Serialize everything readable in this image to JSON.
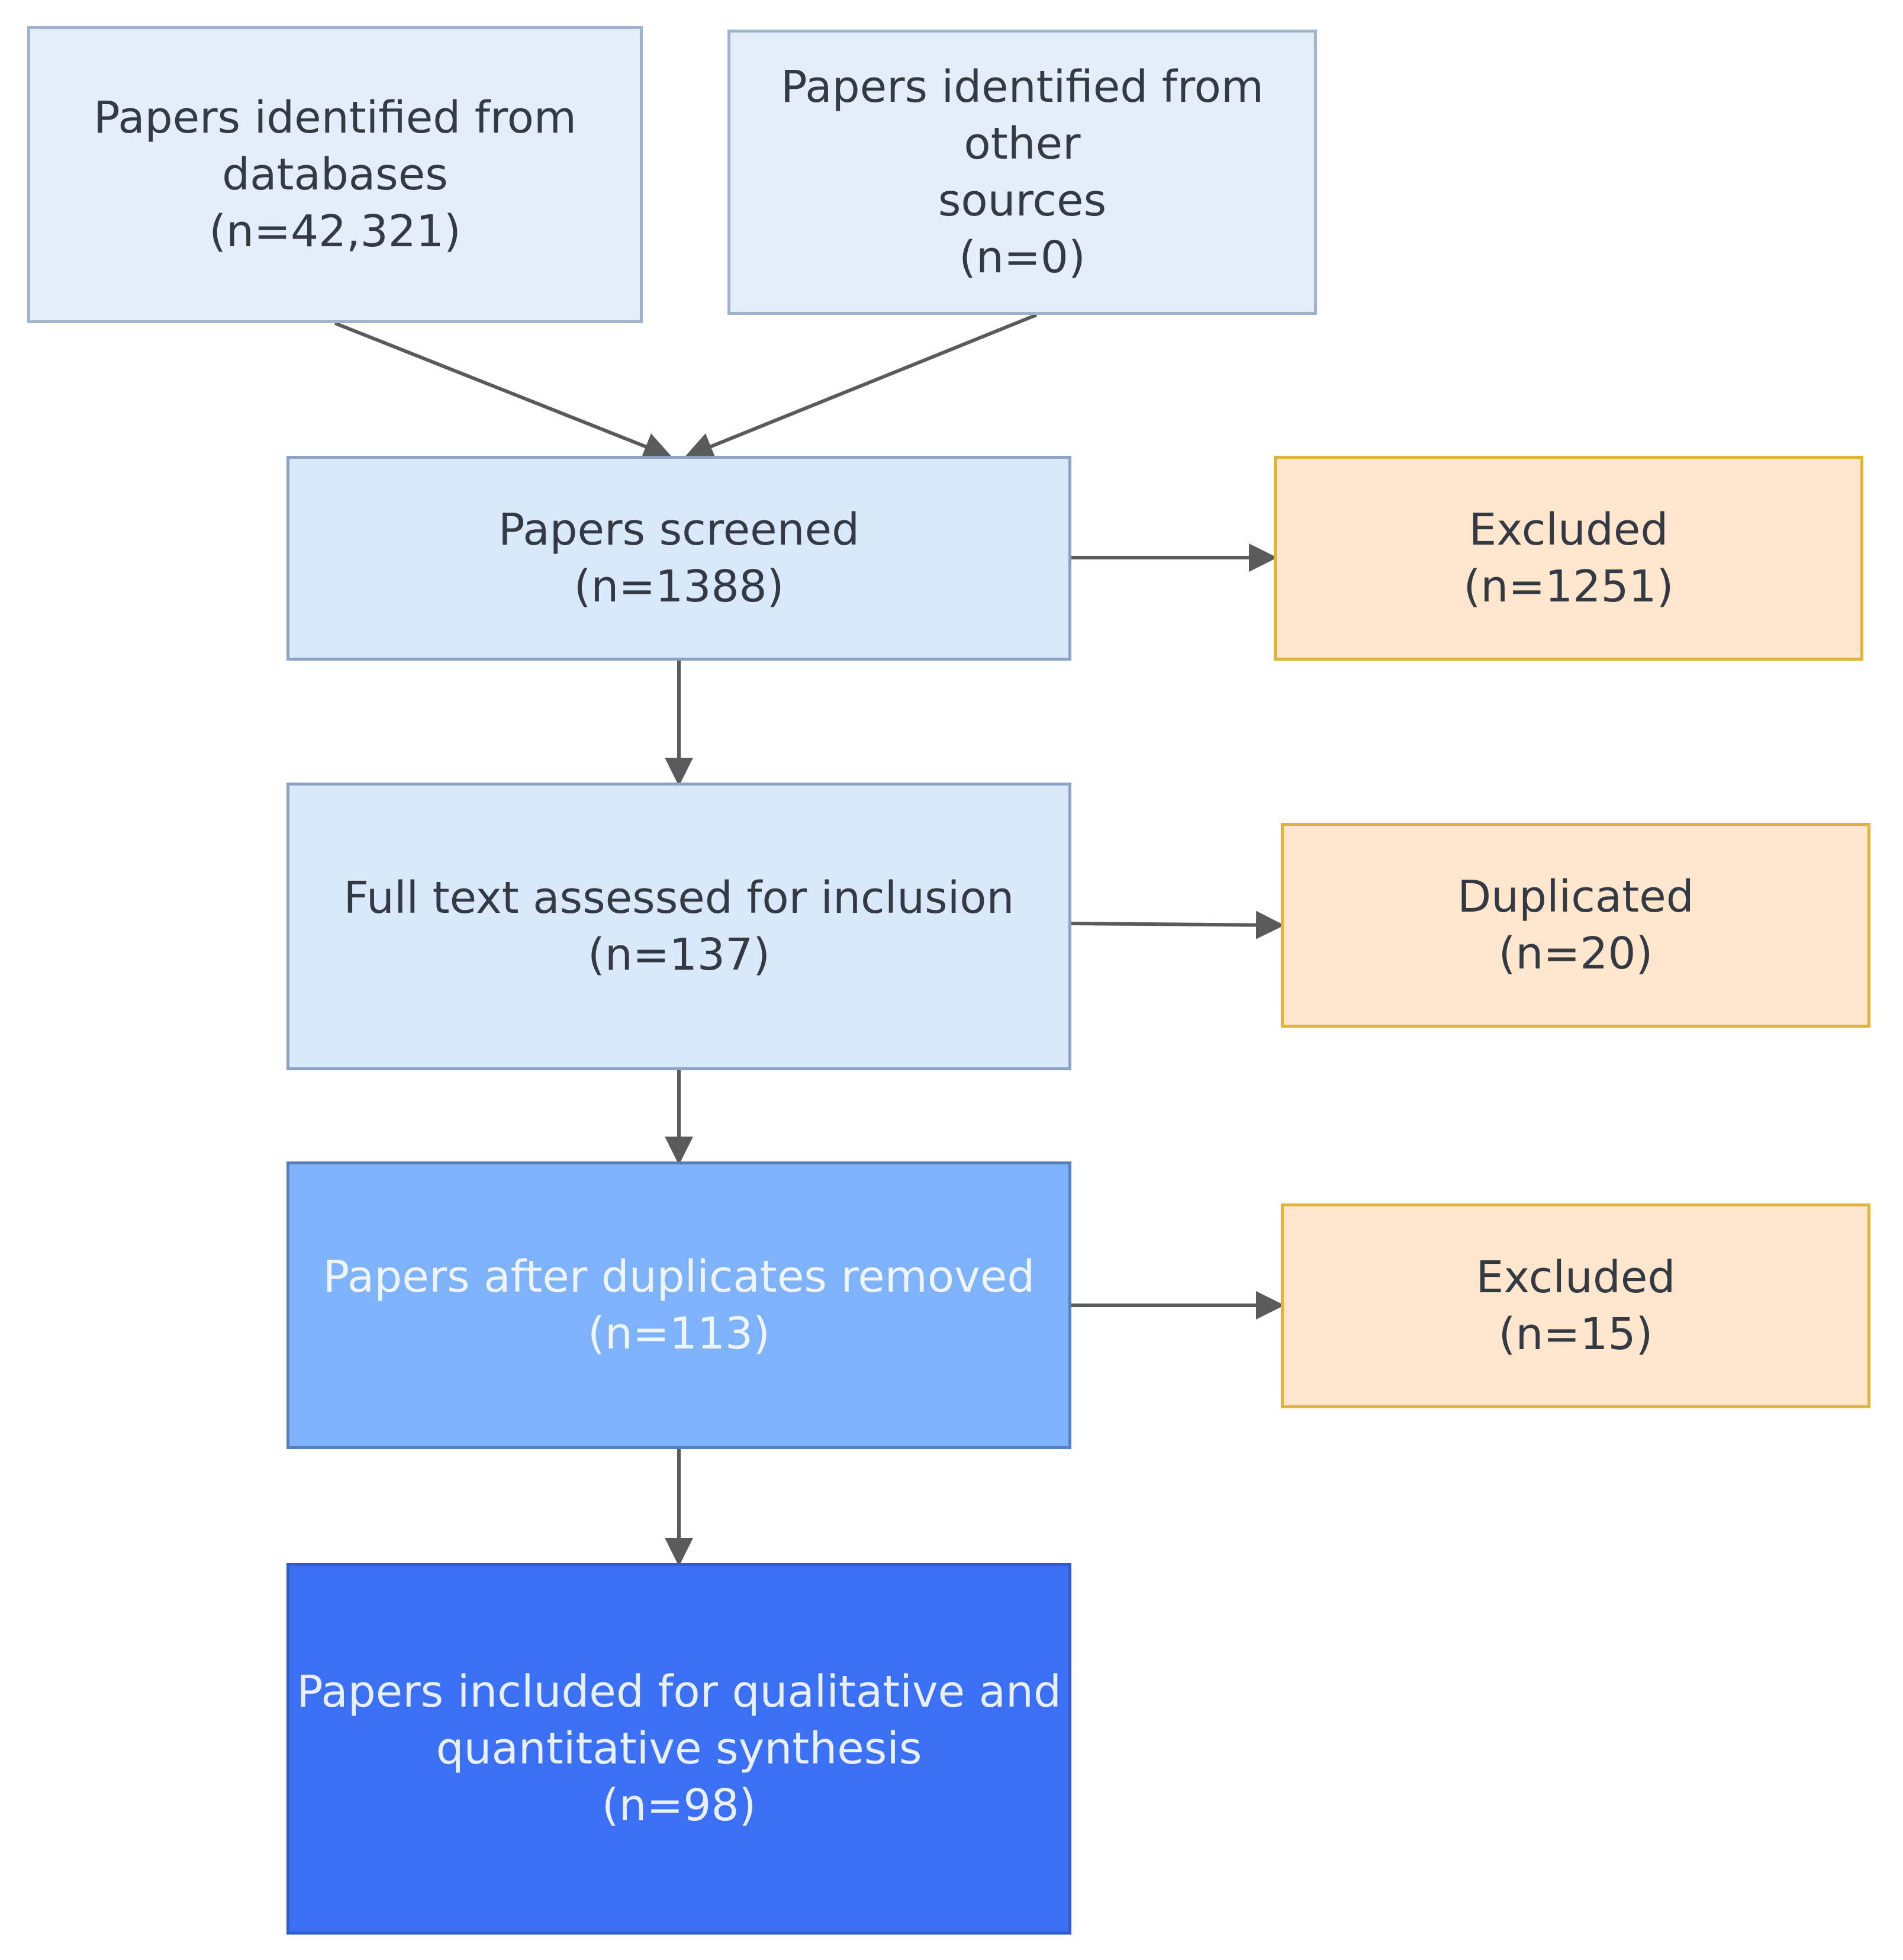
{
  "boxes": {
    "databases": {
      "line1": "Papers identified from",
      "line2": "databases",
      "line3": "(n=42,321)"
    },
    "other_sources": {
      "line1": "Papers identified from other",
      "line2": "sources",
      "line3": "(n=0)"
    },
    "screened": {
      "line1": "Papers screened",
      "line2": "(n=1388)"
    },
    "excluded_screen": {
      "line1": "Excluded",
      "line2": "(n=1251)"
    },
    "full_text": {
      "line1": "Full text assessed for inclusion",
      "line2": "(n=137)"
    },
    "duplicated": {
      "line1": "Duplicated",
      "line2": "(n=20)"
    },
    "after_duplicates": {
      "line1": "Papers after duplicates removed",
      "line2": "(n=113)"
    },
    "excluded_final": {
      "line1": "Excluded",
      "line2": "(n=15)"
    },
    "included": {
      "line1": "Papers included for qualitative and",
      "line2": "quantitative synthesis",
      "line3": "(n=98)"
    }
  },
  "colors": {
    "source_fill": "#e4edfa",
    "step_fill": "#dae8fc",
    "excluded_fill": "#ffe6cc",
    "excluded_border": "#e2b33a",
    "after_duplicates_fill": "#7eb2fb",
    "included_fill": "#3b70f5",
    "arrow": "#5a5a5a"
  }
}
